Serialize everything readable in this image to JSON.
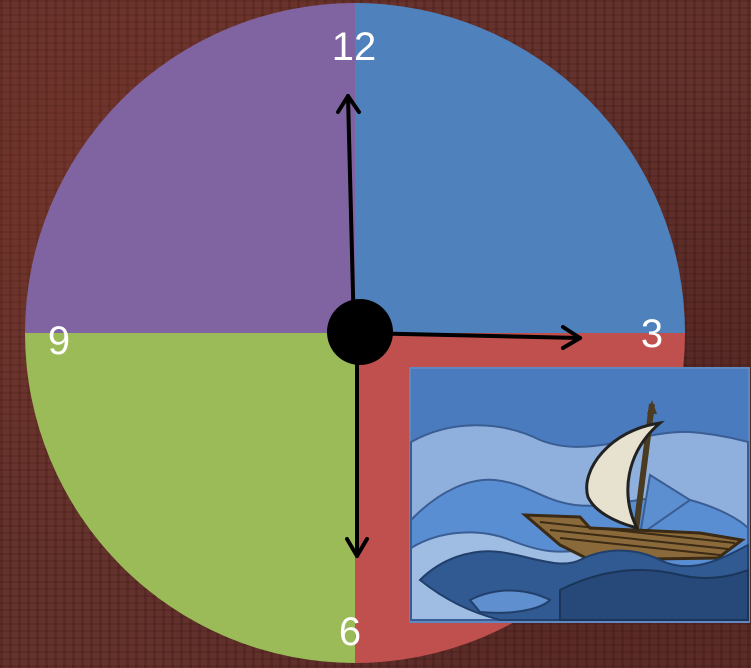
{
  "clock": {
    "labels": {
      "twelve": "12",
      "three": "3",
      "six": "6",
      "nine": "9"
    },
    "quadrant_colors": {
      "top_right": "#4f81bd",
      "bottom_right": "#c0504d",
      "bottom_left": "#9bbb59",
      "top_left": "#8064a2"
    },
    "hub_color": "#000000",
    "arrow_color": "#000000"
  },
  "picture": {
    "icon": "sailboat-on-waves-icon",
    "frame_color": "#4f81bd",
    "sky_color": "#4a7bbf",
    "sail_color": "#e6e2cf",
    "hull_color": "#8a6a3b"
  },
  "background": {
    "color": "#5e2a25"
  }
}
